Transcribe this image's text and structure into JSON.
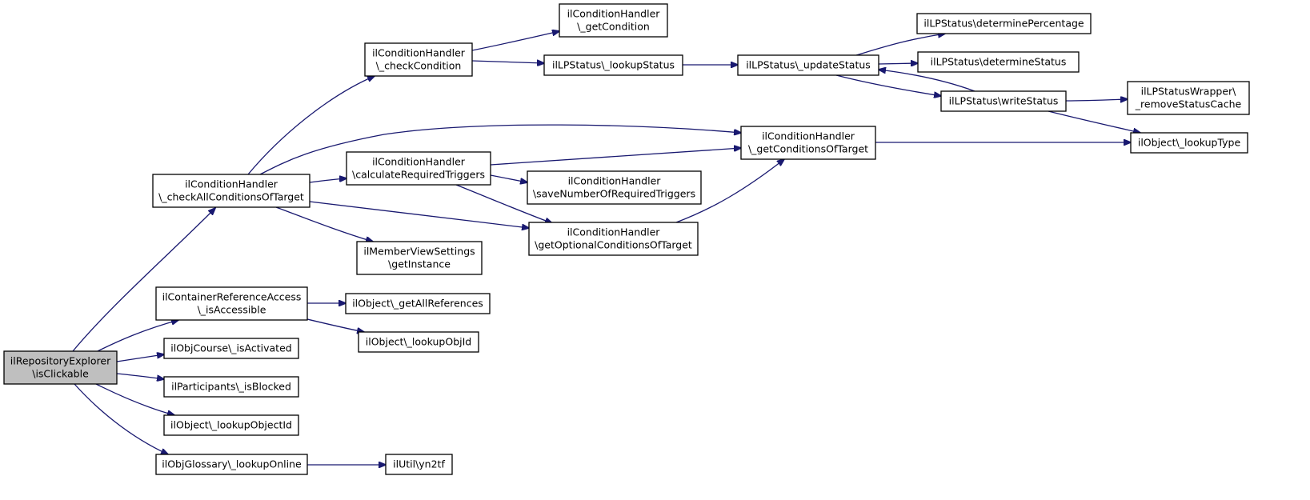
{
  "colors": {
    "edge": "#191970",
    "node_fill": "#ffffff",
    "root_fill": "#bfbfbf",
    "border": "#000000"
  },
  "nodes": [
    {
      "id": "root",
      "lines": [
        "ilRepositoryExplorer",
        "\\isClickable"
      ],
      "highlight": true
    },
    {
      "id": "chkAll",
      "lines": [
        "ilConditionHandler",
        "\\_checkAllConditionsOfTarget"
      ]
    },
    {
      "id": "chkCond",
      "lines": [
        "ilConditionHandler",
        "\\_checkCondition"
      ]
    },
    {
      "id": "getCond",
      "lines": [
        "ilConditionHandler",
        "\\_getCondition"
      ]
    },
    {
      "id": "lookupStatus",
      "lines": [
        "ilLPStatus\\_lookupStatus"
      ]
    },
    {
      "id": "updateStatus",
      "lines": [
        "ilLPStatus\\_updateStatus"
      ]
    },
    {
      "id": "detPct",
      "lines": [
        "ilLPStatus\\determinePercentage"
      ]
    },
    {
      "id": "detStatus",
      "lines": [
        "ilLPStatus\\determineStatus"
      ]
    },
    {
      "id": "writeStatus",
      "lines": [
        "ilLPStatus\\writeStatus"
      ]
    },
    {
      "id": "removeCache",
      "lines": [
        "ilLPStatusWrapper\\",
        "_removeStatusCache"
      ]
    },
    {
      "id": "lookupType",
      "lines": [
        "ilObject\\_lookupType"
      ]
    },
    {
      "id": "getCondsTarget",
      "lines": [
        "ilConditionHandler",
        "\\_getConditionsOfTarget"
      ]
    },
    {
      "id": "calcReq",
      "lines": [
        "ilConditionHandler",
        "\\calculateRequiredTriggers"
      ]
    },
    {
      "id": "saveNum",
      "lines": [
        "ilConditionHandler",
        "\\saveNumberOfRequiredTriggers"
      ]
    },
    {
      "id": "getOpt",
      "lines": [
        "ilConditionHandler",
        "\\getOptionalConditionsOfTarget"
      ]
    },
    {
      "id": "memberView",
      "lines": [
        "ilMemberViewSettings",
        "\\getInstance"
      ]
    },
    {
      "id": "contRef",
      "lines": [
        "ilContainerReferenceAccess",
        "\\_isAccessible"
      ]
    },
    {
      "id": "getAllRefs",
      "lines": [
        "ilObject\\_getAllReferences"
      ]
    },
    {
      "id": "lookupObjId",
      "lines": [
        "ilObject\\_lookupObjId"
      ]
    },
    {
      "id": "isActivated",
      "lines": [
        "ilObjCourse\\_isActivated"
      ]
    },
    {
      "id": "isBlocked",
      "lines": [
        "ilParticipants\\_isBlocked"
      ]
    },
    {
      "id": "lookupObjectId",
      "lines": [
        "ilObject\\_lookupObjectId"
      ]
    },
    {
      "id": "lookupOnline",
      "lines": [
        "ilObjGlossary\\_lookupOnline"
      ]
    },
    {
      "id": "yn2tf",
      "lines": [
        "ilUtil\\yn2tf"
      ]
    }
  ]
}
